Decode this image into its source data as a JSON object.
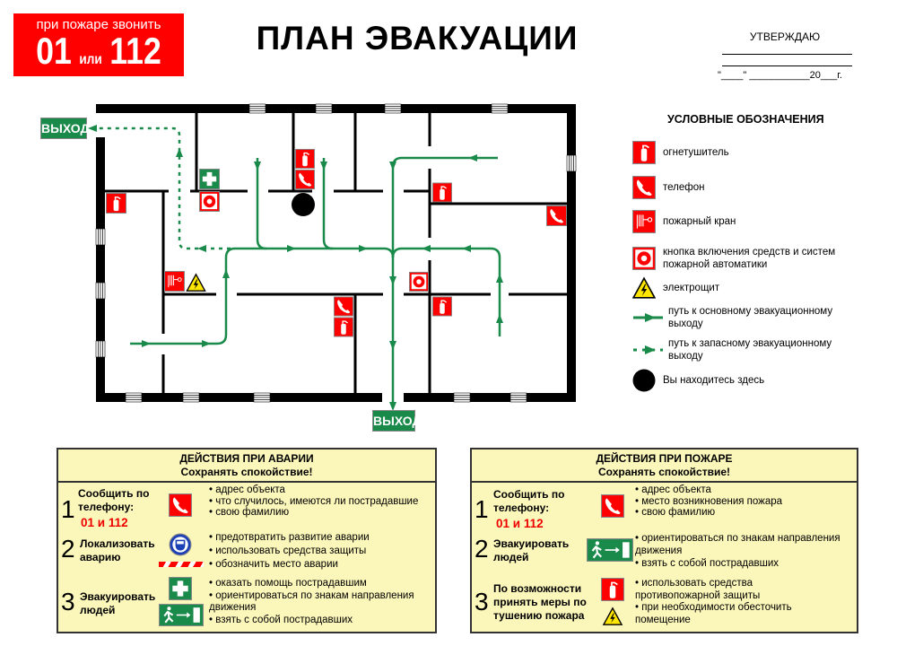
{
  "call_box": {
    "label": "при пожаре звонить",
    "num1": "01",
    "or": "или",
    "num2": "112"
  },
  "title": "ПЛАН ЭВАКУАЦИИ",
  "approval": {
    "label": "УТВЕРЖДАЮ",
    "date_line": "\"____\" ___________20___г."
  },
  "plan": {
    "exit_left": "ВЫХОД",
    "exit_bottom": "ВЫХОД"
  },
  "legend": {
    "title": "УСЛОВНЫЕ ОБОЗНАЧЕНИЯ",
    "items": [
      {
        "icon": "extinguisher-icon",
        "label": "огнетушитель"
      },
      {
        "icon": "phone-icon",
        "label": "телефон"
      },
      {
        "icon": "fire-hydrant-icon",
        "label": "пожарный кран"
      },
      {
        "icon": "fire-alarm-button-icon",
        "label": "кнопка включения средств и систем пожарной автоматики"
      },
      {
        "icon": "electrical-panel-icon",
        "label": "электрощит"
      },
      {
        "icon": "main-route-arrow-icon",
        "label": "путь к основному эвакуационному выходу"
      },
      {
        "icon": "reserve-route-arrow-icon",
        "label": "путь к запасному эвакуационному выходу"
      },
      {
        "icon": "you-are-here-icon",
        "label": "Вы находитесь здесь"
      }
    ]
  },
  "accident": {
    "title": "ДЕЙСТВИЯ ПРИ АВАРИИ",
    "subtitle": "Сохранять спокойствие!",
    "steps": [
      {
        "num": "1",
        "label": "Сообщить по телефону:",
        "phone": "01 и 112",
        "bullets": [
          "адрес объекта",
          "что случилось, имеются ли пострадавшие",
          "свою фамилию"
        ]
      },
      {
        "num": "2",
        "label": "Локализовать аварию",
        "bullets": [
          "предотвратить развитие аварии",
          "использовать средства защиты",
          "обозначить место аварии"
        ]
      },
      {
        "num": "3",
        "label": "Эвакуировать людей",
        "bullets": [
          "оказать помощь пострадавшим",
          "ориентироваться по знакам направления",
          "движения",
          "взять с собой пострадавших"
        ]
      }
    ]
  },
  "fire": {
    "title": "ДЕЙСТВИЯ ПРИ ПОЖАРЕ",
    "subtitle": "Сохранять спокойствие!",
    "steps": [
      {
        "num": "1",
        "label": "Сообщить по телефону:",
        "phone": "01 и 112",
        "bullets": [
          "адрес объекта",
          "место возникновения пожара",
          "свою фамилию"
        ]
      },
      {
        "num": "2",
        "label": "Эвакуировать людей",
        "bullets": [
          "ориентироваться по знакам направления",
          "движения",
          "взять с собой пострадавших"
        ]
      },
      {
        "num": "3",
        "label": "По возможности принять меры по тушению пожара",
        "bullets": [
          "использовать средства",
          "противопожарной защиты",
          "при необходимости обесточить",
          "помещение"
        ]
      }
    ]
  },
  "colors": {
    "red": "#ff0000",
    "green": "#1a8a4a",
    "panel": "#fbf6b9"
  }
}
